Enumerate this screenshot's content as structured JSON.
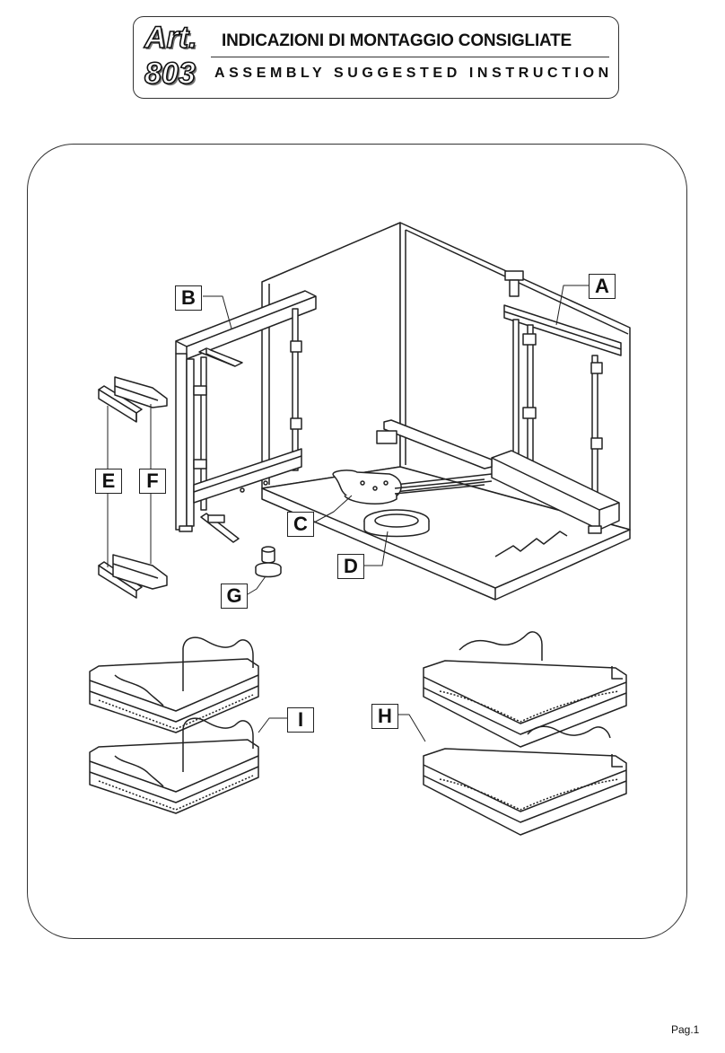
{
  "header": {
    "art_line1": "Art.",
    "art_line2": "803",
    "title_it": "INDICAZIONI DI MONTAGGIO CONSIGLIATE",
    "title_en": "ASSEMBLY SUGGESTED INSTRUCTION"
  },
  "callouts": {
    "a": "A",
    "b": "B",
    "c": "C",
    "d": "D",
    "e": "E",
    "f": "F",
    "g": "G",
    "h": "H",
    "i": "I"
  },
  "footer": {
    "page": "Pag.1"
  }
}
